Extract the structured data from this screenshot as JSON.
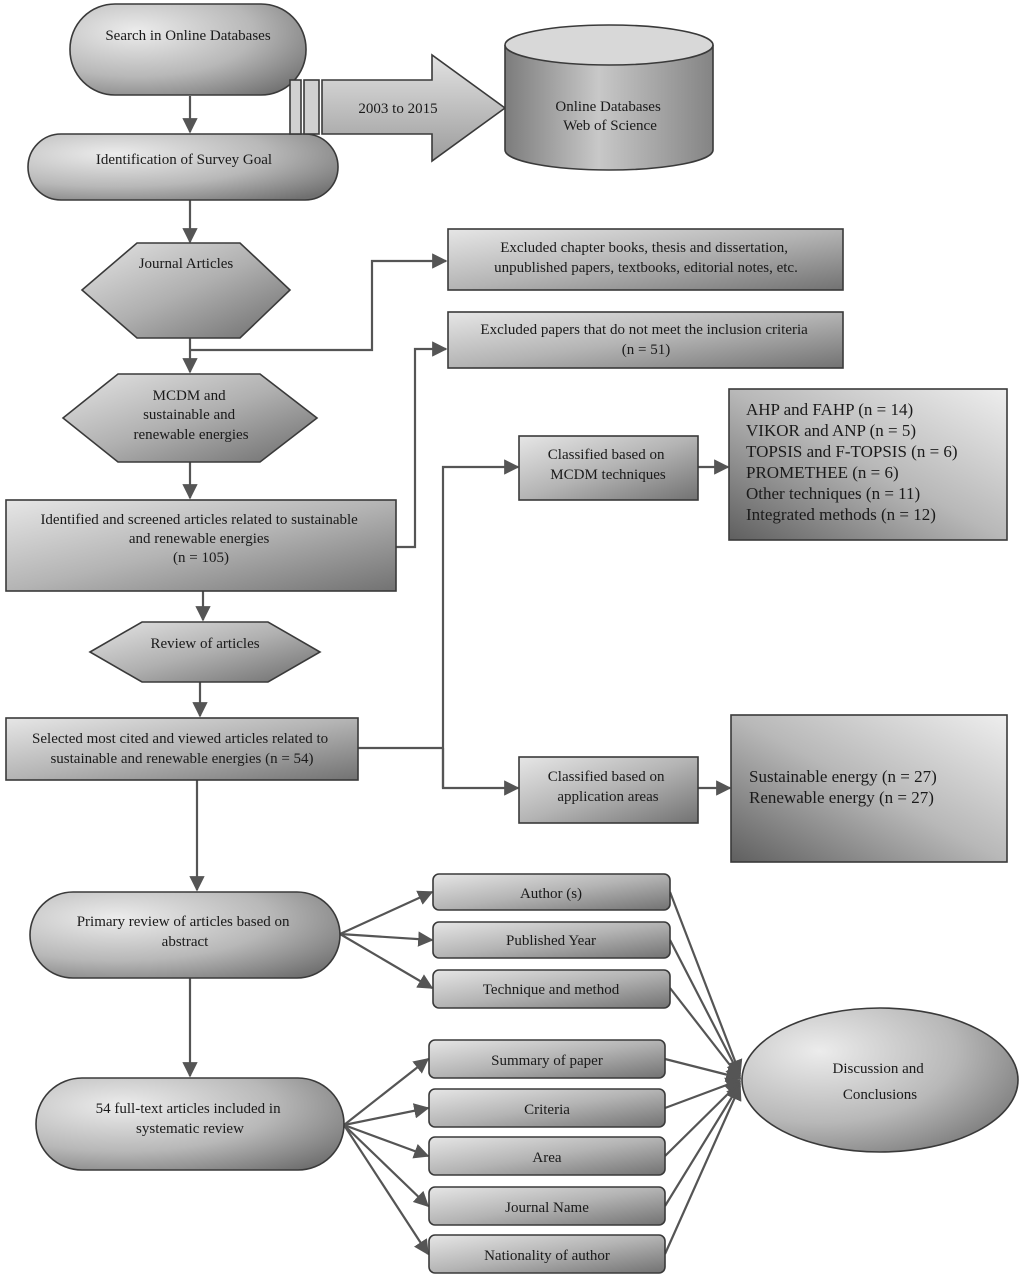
{
  "nodes": {
    "search": "Search in Online Databases",
    "survey_goal": "Identification of Survey Goal",
    "years": "2003 to 2015",
    "databases": [
      "Online Databases",
      "Web of Science"
    ],
    "journal_articles": "Journal Articles",
    "excluded_books": [
      "Excluded chapter books, thesis and dissertation,",
      "unpublished papers, textbooks, editorial notes, etc."
    ],
    "excluded_criteria": [
      "Excluded papers that do not meet the inclusion criteria",
      "(n = 51)"
    ],
    "mcdm_energies": [
      "MCDM and",
      "sustainable and",
      "renewable energies"
    ],
    "identified": [
      "Identified and screened articles related to sustainable",
      "and renewable energies",
      "(n = 105)"
    ],
    "classified_mcdm": [
      "Classified based on",
      "MCDM techniques"
    ],
    "techniques_list": [
      "AHP and FAHP (n = 14)",
      "VIKOR and ANP (n = 5)",
      "TOPSIS and F-TOPSIS (n = 6)",
      "PROMETHEE (n = 6)",
      "Other techniques (n = 11)",
      "Integrated methods (n = 12)"
    ],
    "review": "Review of articles",
    "selected": [
      "Selected most cited and viewed articles related to",
      "sustainable and renewable energies (n = 54)"
    ],
    "classified_app": [
      "Classified based on",
      "application areas"
    ],
    "energy_list": [
      "Sustainable energy (n = 27)",
      "Renewable energy (n = 27)"
    ],
    "primary_review": [
      "Primary review of articles based on",
      "abstract"
    ],
    "full_text": [
      "54 full-text articles included in",
      "systematic review"
    ],
    "discussion": [
      "Discussion and",
      "Conclusions"
    ],
    "attributes_a": [
      "Author (s)",
      "Published Year",
      "Technique and method"
    ],
    "attributes_b": [
      "Summary of paper",
      "Criteria",
      "Area",
      "Journal Name",
      "Nationality of author"
    ]
  },
  "colors": {
    "shape_light": "#e2e2e2",
    "shape_dark": "#6e6e6e",
    "line": "#555555",
    "border": "#3a3a3a"
  }
}
